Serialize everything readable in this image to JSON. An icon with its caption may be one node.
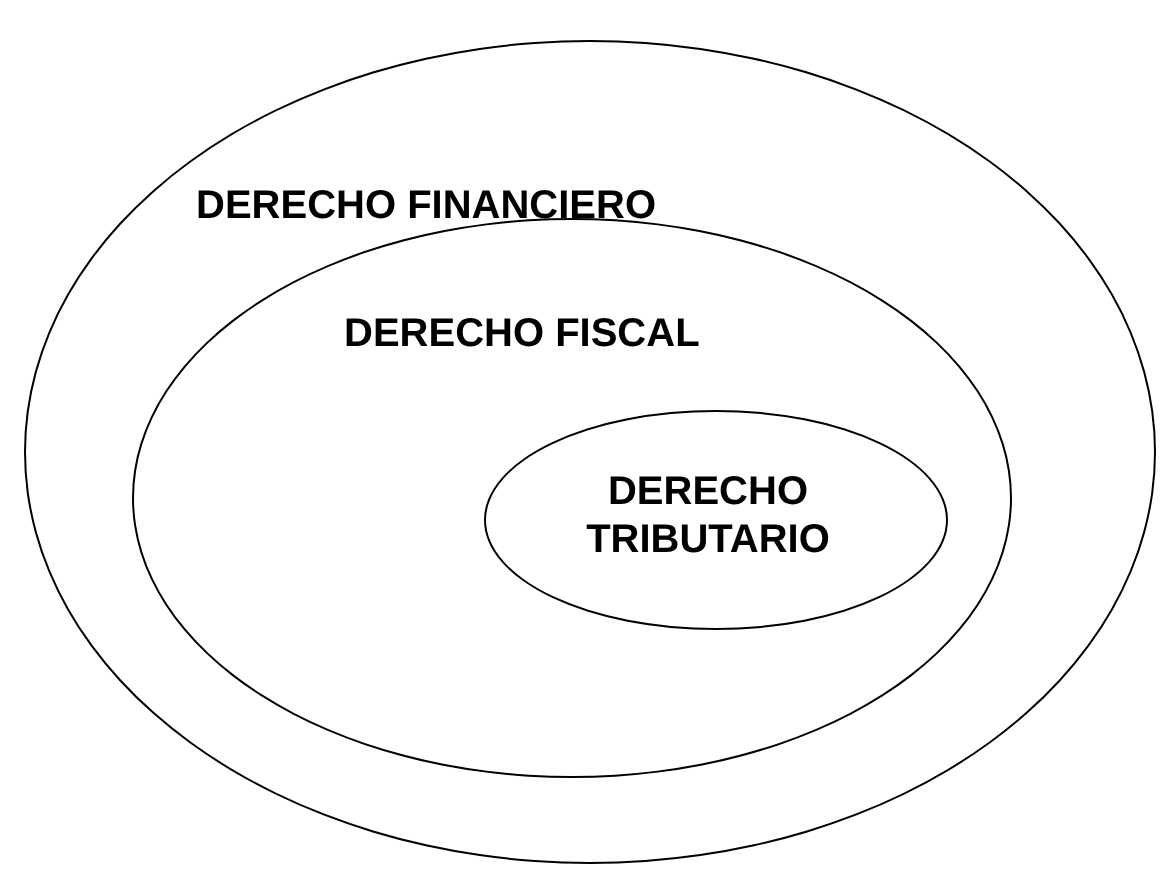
{
  "diagram": {
    "nodes": [
      {
        "text": [
          "DERECHO FINANCIERO"
        ]
      },
      {
        "text": [
          "DERECHO FISCAL"
        ],
        "in": 0
      },
      {
        "text": [
          "DERECHO TRIBUTARIO"
        ],
        "in": 1
      }
    ]
  }
}
